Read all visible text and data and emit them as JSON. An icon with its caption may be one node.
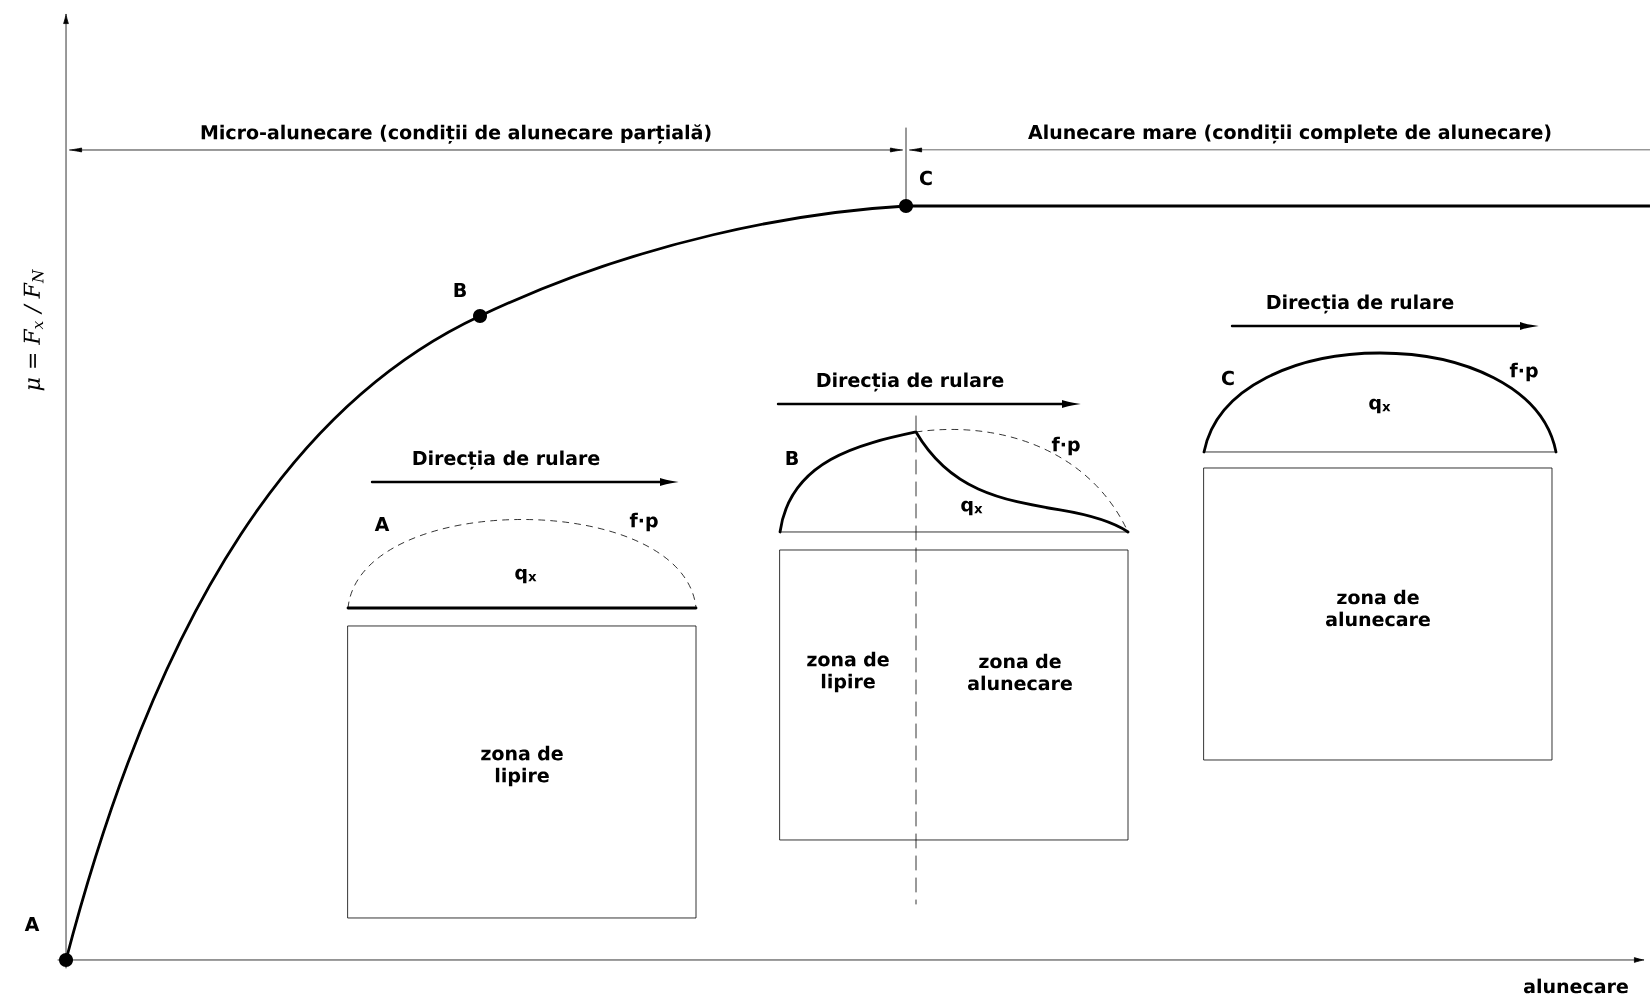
{
  "diagram": {
    "nodes": [
      {
        "text": [
          "zona de lipire"
        ]
      },
      {
        "text": [
          "zona de lipire",
          "zona de alunecare"
        ]
      },
      {
        "text": [
          "zona de alunecare"
        ]
      }
    ],
    "labels": [
      "Micro-alunecare (condiții de alunecare parțială)",
      "Alunecare mare (condiții complete de alunecare)",
      "C",
      "μ = F$_{x}$ / F$_{N}$",
      "B",
      "Direcția de rulare",
      "C",
      "f·p",
      "q$_{x}$",
      "Direcția de rulare",
      "B",
      "f·p",
      "q$_{x}$",
      "Direcția de rulare",
      "A",
      "f·p",
      "q$_{x}$",
      "A",
      "alunecare"
    ]
  }
}
